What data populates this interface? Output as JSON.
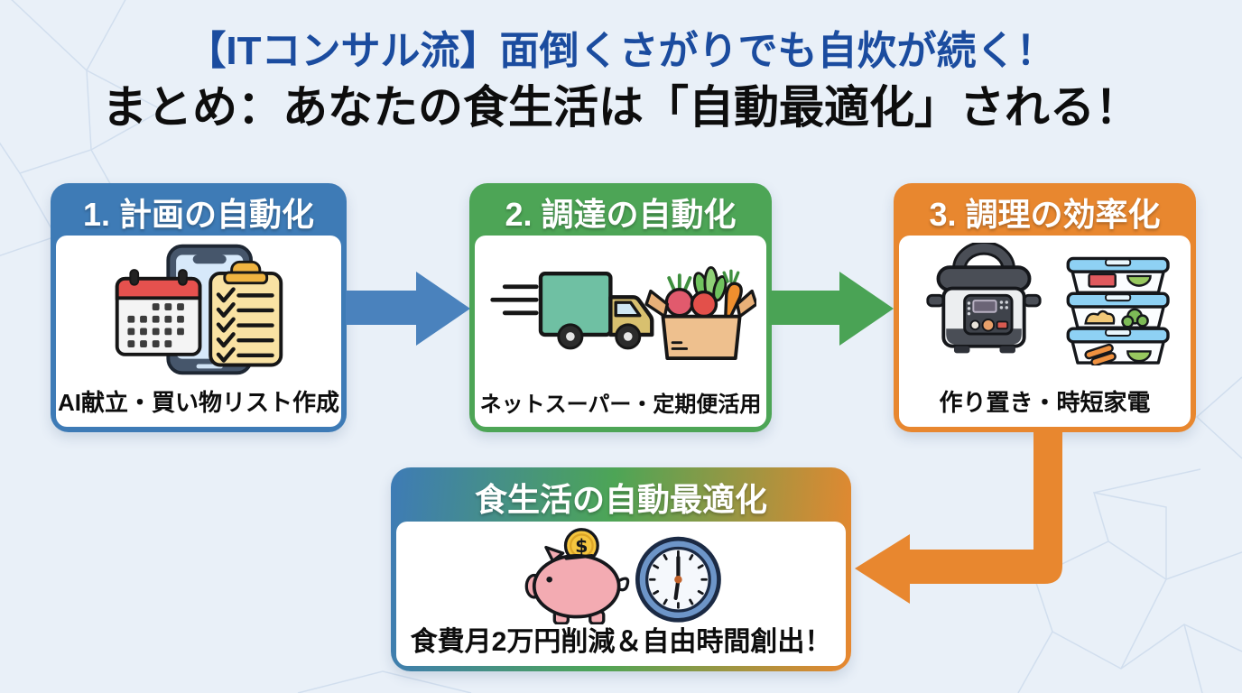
{
  "title": {
    "line1": "【ITコンサル流】面倒くさがりでも自炊が続く！",
    "line1_color": "#1b4c9f",
    "line2": "まとめ：あなたの食生活は「自動最適化」される！",
    "line2_color": "#0d0d0d"
  },
  "steps": [
    {
      "header": "1. 計画の自動化",
      "caption": "AI献立・買い物リスト作成",
      "accent_color": "#3e7bb6",
      "icons": [
        "smartphone-icon",
        "calendar-icon",
        "checklist-clipboard-icon"
      ]
    },
    {
      "header": "2. 調達の自動化",
      "caption": "ネットスーパー・定期便活用",
      "accent_color": "#4da556",
      "icons": [
        "delivery-truck-icon",
        "vegetable-box-icon"
      ]
    },
    {
      "header": "3. 調理の効率化",
      "caption": "作り置き・時短家電",
      "accent_color": "#e8872f",
      "icons": [
        "pressure-cooker-icon",
        "meal-prep-containers-icon"
      ]
    }
  ],
  "arrows": [
    {
      "name": "arrow-step1-to-step2",
      "color": "#4a82bd"
    },
    {
      "name": "arrow-step2-to-step3",
      "color": "#4aa355"
    },
    {
      "name": "arrow-step3-to-result",
      "color": "#e8872f"
    }
  ],
  "result": {
    "header": "食生活の自動最適化",
    "caption": "食費月2万円削減＆自由時間創出！",
    "gradient": [
      "#3e7bb6",
      "#4da556",
      "#e8872f"
    ],
    "icons": [
      "piggy-bank-icon",
      "clock-icon"
    ]
  },
  "background": {
    "color": "#e9f0f8",
    "pattern": "polygon-network",
    "line_color": "#cfdded"
  }
}
